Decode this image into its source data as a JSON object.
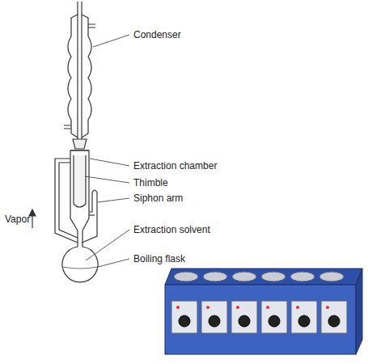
{
  "diagram": {
    "labels": [
      "Condenser",
      "Extraction chamber",
      "Thimble",
      "Siphon arm",
      "Vapor",
      "Extraction solvent",
      "Boiling flask"
    ]
  }
}
